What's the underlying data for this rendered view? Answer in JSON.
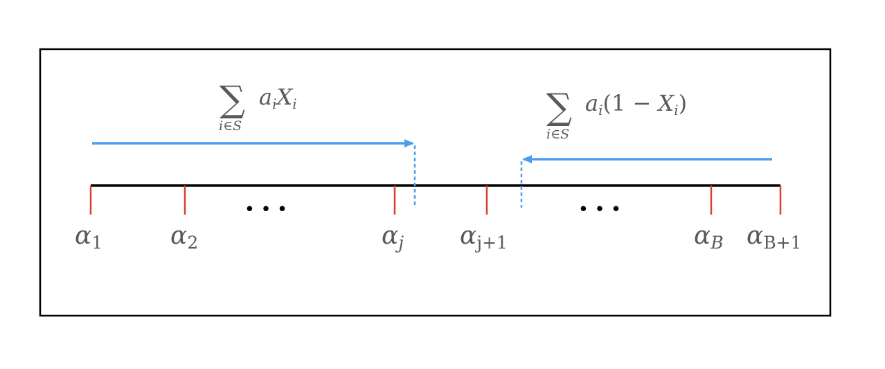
{
  "diagram": {
    "colors": {
      "frame": "#000000",
      "axis": "#000000",
      "tick": "#d9402f",
      "arrow": "#4a9ef0",
      "text": "#5a5a5a"
    },
    "ticks": [
      {
        "sym": "α",
        "sub": "1"
      },
      {
        "sym": "α",
        "sub": "2"
      },
      {
        "sym": "α",
        "sub": "j"
      },
      {
        "sym": "α",
        "sub": "j+1"
      },
      {
        "sym": "α",
        "sub": "B"
      },
      {
        "sym": "α",
        "sub": "B+1"
      }
    ],
    "ellipsis": "• • •",
    "left_formula": {
      "sigma": "∑",
      "under": "i∈S",
      "term_a": "a",
      "term_a_sub": "i",
      "term_x": "X",
      "term_x_sub": "i"
    },
    "right_formula": {
      "sigma": "∑",
      "under": "i∈S",
      "term_a": "a",
      "term_a_sub": "i",
      "paren_open": "(1 − ",
      "term_x": "X",
      "term_x_sub": "i",
      "paren_close": ")"
    }
  }
}
